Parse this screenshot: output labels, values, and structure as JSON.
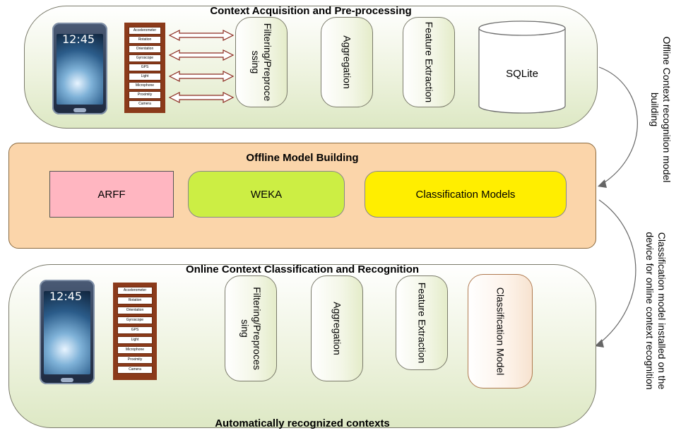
{
  "panel1": {
    "title": "Context Acquisition and Pre-processing",
    "phone_time": "12:45",
    "sensors": [
      "Accelerometer",
      "Rotation",
      "Orientation",
      "Gyroscope",
      "GPS",
      "Light",
      "Microphone",
      "Proximity",
      "Camera"
    ],
    "stage1": [
      "Filtering/Preproce",
      "ssing"
    ],
    "stage2": "Aggregation",
    "stage3": "Feature Extraction",
    "store": "SQLite"
  },
  "panel2": {
    "title": "Offline Model Building",
    "arff": "ARFF",
    "weka": "WEKA",
    "models": "Classification Models"
  },
  "panel3": {
    "title": "Online Context Classification and Recognition",
    "phone_time": "12:45",
    "sensors": [
      "Accelerometer",
      "Rotation",
      "Orientation",
      "Gyroscope",
      "GPS",
      "Light",
      "Microphone",
      "Proximity",
      "Camera"
    ],
    "stage1": [
      "Filtering/Preproces",
      "sing"
    ],
    "stage2": "Aggregation",
    "stage3": "Feature Extraction",
    "model": "Classification Model",
    "output": "Automatically recognized contexts"
  },
  "side_labels": {
    "top": [
      "Offline Context recognition model",
      "building"
    ],
    "bottom": [
      "Classification model installed on the",
      "device for online context recognition"
    ]
  },
  "colors": {
    "arff": "#ffb6c1",
    "weka": "#ccee44",
    "models": "#ffee00",
    "model_building_bg": "#fbd5aa",
    "sensor_strip": "#8b3a1a"
  }
}
